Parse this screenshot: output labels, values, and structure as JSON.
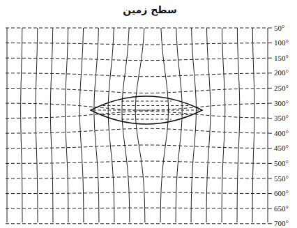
{
  "diagram": {
    "title": "سطح زمین",
    "labels": [
      "50°",
      "100°",
      "150°",
      "200°",
      "250°",
      "300°",
      "350°",
      "400°",
      "450°",
      "500°",
      "550°",
      "600°",
      "650°",
      "700°"
    ]
  }
}
